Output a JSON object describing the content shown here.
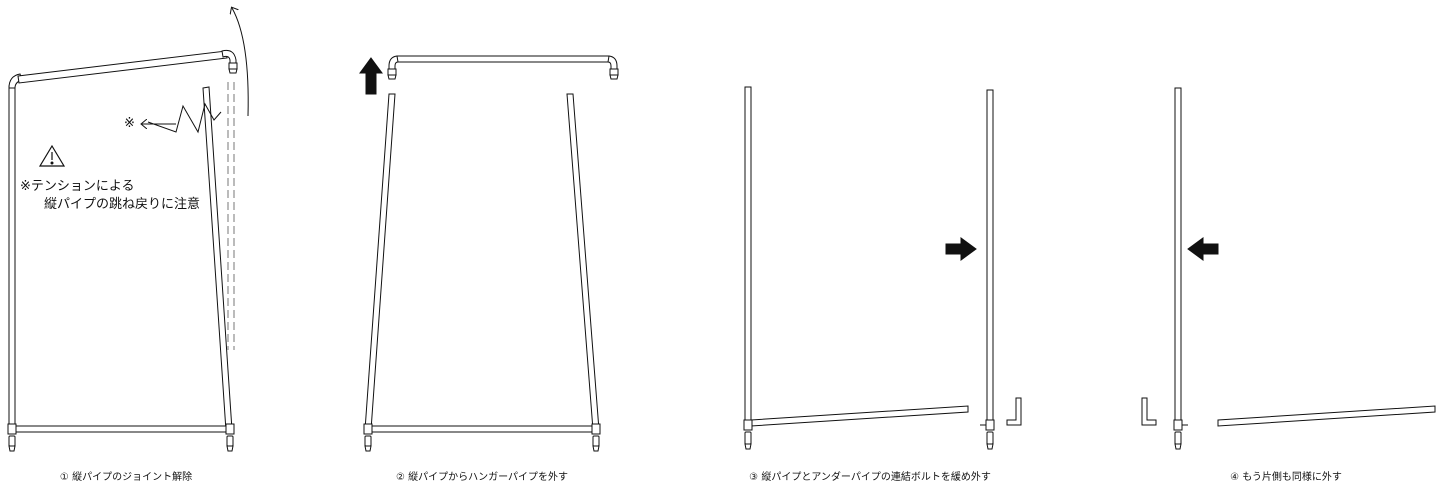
{
  "steps": [
    {
      "caption": "① 縦パイプのジョイント解除"
    },
    {
      "caption": "② 縦パイプからハンガーパイプを外す"
    },
    {
      "caption": "③ 縦パイプとアンダーパイプの連結ボルトを緩め外す"
    },
    {
      "caption": "④ もう片側も同様に外す"
    }
  ],
  "warning": {
    "mark": "※",
    "line1": "※テンションによる",
    "line2": "縦パイプの跳ね戻りに注意"
  },
  "icons": {
    "warning": "warning-triangle-icon",
    "arrow_up": "arrow-up-icon",
    "arrow_right": "arrow-right-icon",
    "arrow_left": "arrow-left-icon",
    "hex_key": "hex-key-icon"
  },
  "colors": {
    "line": "#111111",
    "background": "#ffffff"
  }
}
